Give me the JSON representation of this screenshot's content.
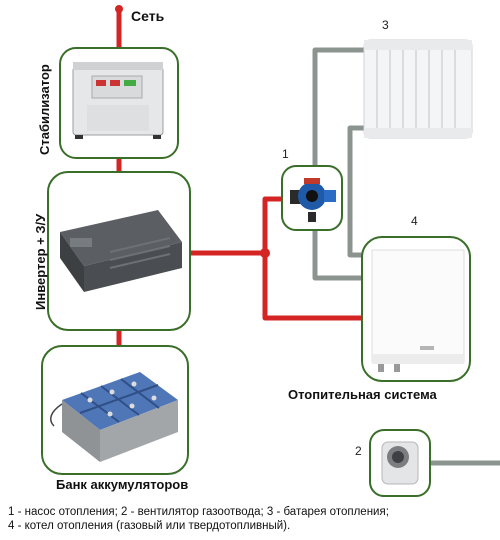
{
  "labels": {
    "network": "Сеть",
    "stabilizer": "Стабилизатор",
    "inverter": "Инвертер + З/У",
    "battery_bank": "Банк аккумуляторов",
    "heating_system": "Отопительная система"
  },
  "numbers": {
    "pump": "1",
    "fan": "2",
    "radiator": "3",
    "boiler": "4"
  },
  "legend": {
    "line1": "1 - насос отопления; 2 - вентилятор газоотвода; 3 - батарея отопления;",
    "line2": "4 - котел отопления (газовый или твердотопливный)."
  },
  "colors": {
    "power_line": "#d42424",
    "pipe": "#8c9490",
    "frame": "#3a6f2a"
  }
}
